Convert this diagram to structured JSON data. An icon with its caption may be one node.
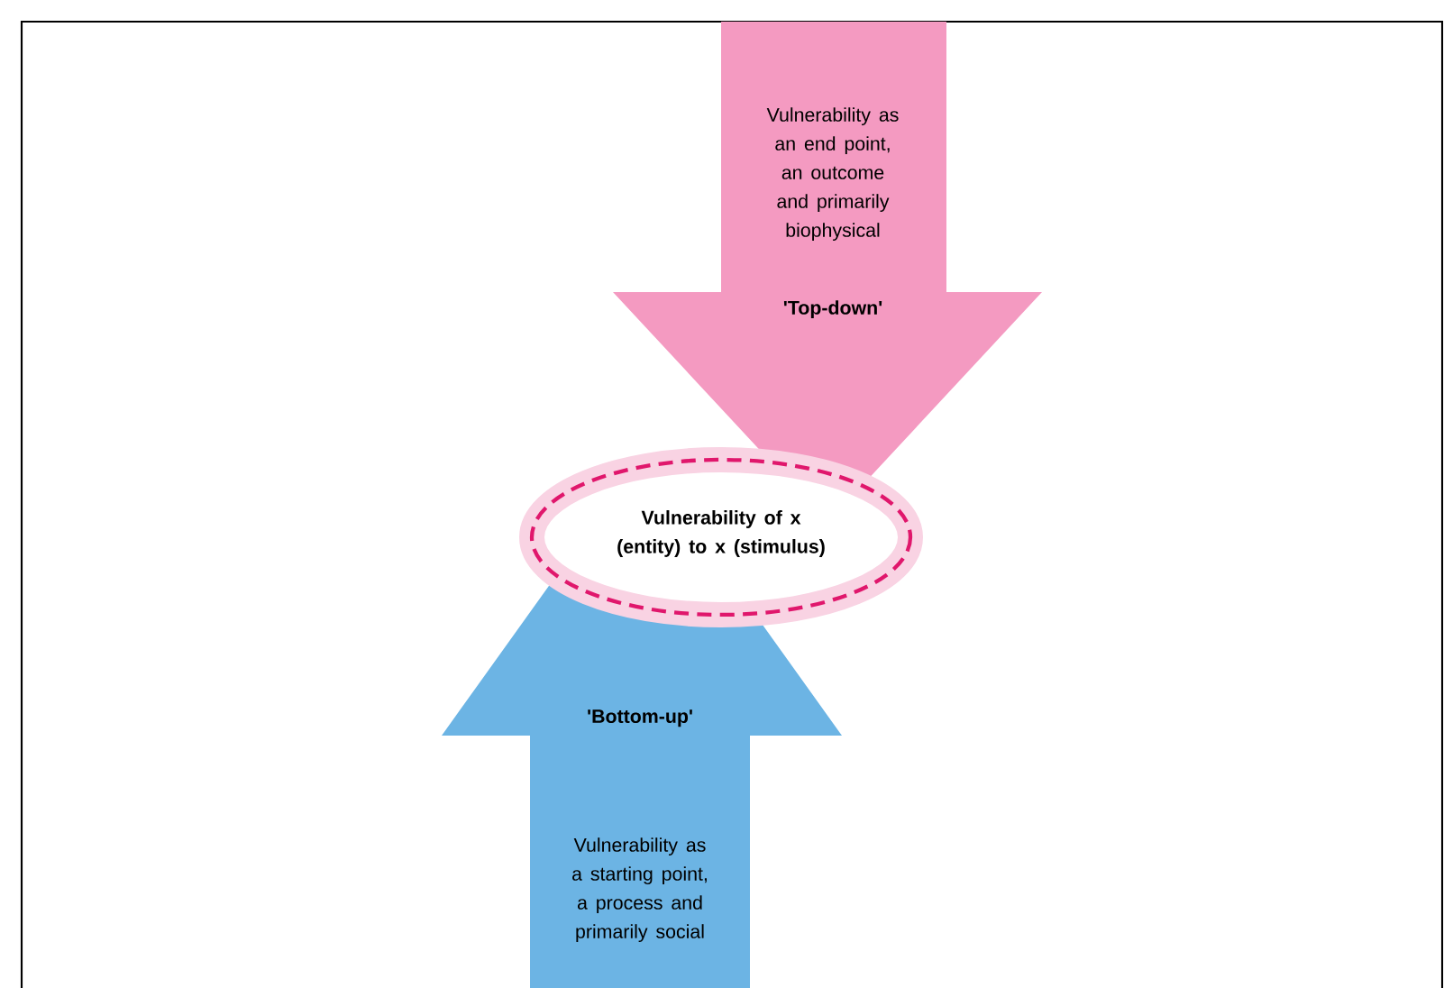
{
  "diagram": {
    "nodes": [
      {
        "text": [
          "Vulnerability as an end point, an outcome and primarily biophysical",
          "'Top-down'"
        ]
      },
      {
        "text": [
          "Vulnerability of x (entity) to x (stimulus)"
        ]
      },
      {
        "text": [
          "'Bottom-up'",
          "Vulnerability as a starting point, a process and primarily social"
        ]
      }
    ]
  }
}
